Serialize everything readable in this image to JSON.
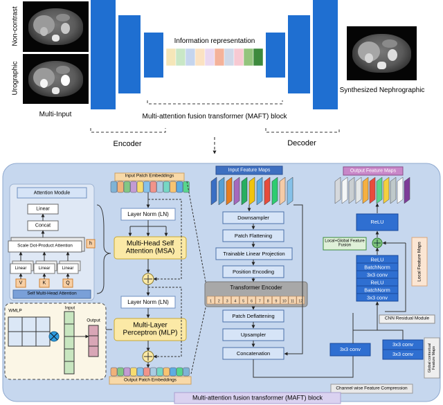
{
  "top": {
    "scan_labels": [
      "Non-contrast",
      "Urographic"
    ],
    "multi_input": "Multi-Input",
    "info_rep": "Information representation",
    "synthesized": "Synthesized Nephrographic",
    "maft_block": "Multi-attention fusion transformer (MAFT) block",
    "encoder": "Encoder",
    "decoder": "Decoder",
    "token_colors": [
      "#f5e6b8",
      "#c9e7c6",
      "#c5d5ee",
      "#fbe2c2",
      "#ead8f0",
      "#f4b29a",
      "#cfd8e8",
      "#f7c9d2",
      "#93c47d",
      "#3d8a3d"
    ]
  },
  "mafta": {
    "attention_module": "Attention Module",
    "linear": "Linear",
    "concat": "Concat",
    "sdpa": "Scale Dot-Product Attention",
    "h": "h",
    "v": "V",
    "k": "K",
    "q": "Q",
    "self_mha": "Self Multi-Head Attention",
    "input_patch": "Input Patch Embeddings",
    "ln": "Layer Norm (LN)",
    "msa": "Multi-Head Self Attention (MSA)",
    "mlp": "Multi-Layer Perceptron (MLP)",
    "output_patch": "Output Patch Embeddings",
    "wmlp": "WMLP",
    "input": "Input",
    "output": "Output",
    "patch_colors": [
      "#7fb3d5",
      "#f0b27a",
      "#82c785",
      "#c39bd3",
      "#f7dc6f",
      "#85c1e9",
      "#f1948a",
      "#a9cce3",
      "#76d7c4",
      "#f8c471",
      "#5dade2",
      "#58d68d"
    ],
    "out_patch_colors": [
      "#f0b27a",
      "#82c785",
      "#c39bd3",
      "#f7dc6f",
      "#85c1e9",
      "#f1948a",
      "#a9cce3",
      "#76d7c4",
      "#f8c471",
      "#5dade2",
      "#58d68d",
      "#7fb3d5"
    ]
  },
  "mid": {
    "input_maps": "Input Feature Maps",
    "downsampler": "Downsampler",
    "patch_flat": "Patch Flattening",
    "trainable": "Trainable Linear Projection",
    "pos_enc": "Position Encoding",
    "transformer": "Transformer Encoder",
    "tokens": [
      "1",
      "2",
      "3",
      "4",
      "5",
      "6",
      "7",
      "8",
      "9",
      "10",
      "11",
      "12"
    ],
    "patch_deflat": "Patch Deflattening",
    "upsampler": "Upsampler",
    "concat": "Concatenation",
    "map_colors": [
      "#3a6fc4",
      "#56a0d3",
      "#e67e22",
      "#a569bd",
      "#27ae60",
      "#f1c40f",
      "#5dade2",
      "#e74c3c",
      "#2ecc71",
      "#f5cba7",
      "#85c1e9"
    ]
  },
  "right": {
    "output_maps": "Output Feature Maps",
    "relu": "ReLU",
    "local_global": "Local+Global Feature Fusion",
    "local_fm": "Local Feature Maps",
    "stack": [
      "ReLU",
      "BatchNorm",
      "3x3 conv",
      "ReLU",
      "BatchNorm",
      "3x3 conv"
    ],
    "cnn_res": "CNN Residual Module",
    "conv_left": "3x3 conv",
    "conv_r1": "3x3 conv",
    "conv_r2": "3x3 conv",
    "global_fm": "Global contextual Feature Maps",
    "channel_comp": "Channel wise Feature Compression",
    "out_colors": [
      "#d5d8dc",
      "#f4f6f7",
      "#cacfd2",
      "#e5e8e8",
      "#f5b041",
      "#e74c3c",
      "#58d68d",
      "#f4d03f",
      "#bfc9ca",
      "#f8f9f9",
      "#7d3c98"
    ]
  },
  "footer": "Multi-attention fusion transformer (MAFT) block"
}
